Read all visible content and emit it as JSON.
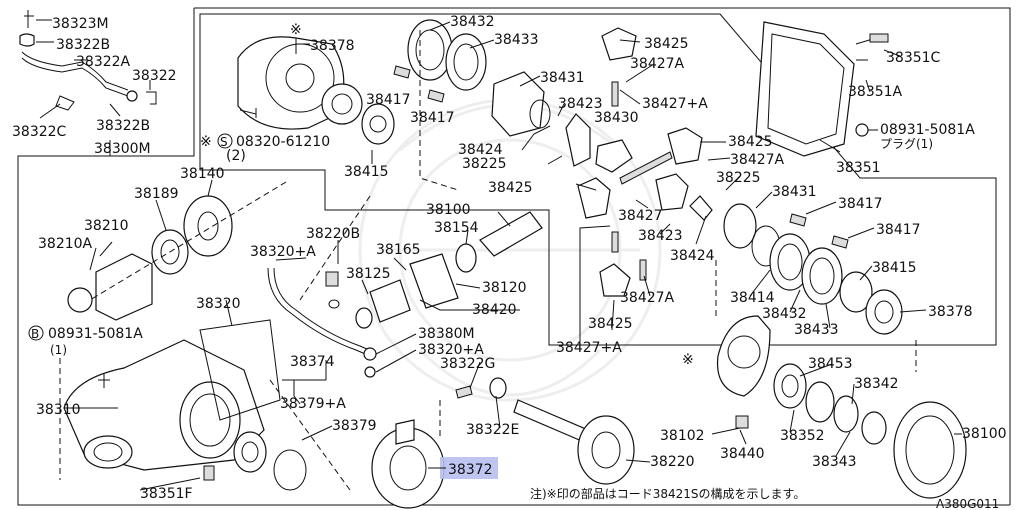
{
  "parts": {
    "p38323M": "38323M",
    "p38322B_top": "38322B",
    "p38322A": "38322A",
    "p38322": "38322",
    "p38322C": "38322C",
    "p38322B_bot": "38322B",
    "p38300M": "38300M",
    "p38378_top": "38378",
    "p38432_top": "38432",
    "p38433_top": "38433",
    "p38425_a": "38425",
    "p38427A_a": "38427A",
    "p38417_a": "38417",
    "p38431_top": "38431",
    "p38427pA_a": "38427+A",
    "p38417_b": "38417",
    "p38423_a": "38423",
    "p38430": "38430",
    "p38424_a": "38424",
    "p38225_a": "38225",
    "p38425_b": "38425",
    "p38427A_b": "38427A",
    "p38415_top": "38415",
    "p38351C": "38351C",
    "p38351A": "38351A",
    "p08931_top": "08931-5081A",
    "plug_label": "プラグ(1)",
    "p38351": "38351",
    "bolt_spec": "08320-61210",
    "bolt_qty": "(2)",
    "p38140": "38140",
    "p38189": "38189",
    "p38210": "38210",
    "p38210A": "38210A",
    "p38320pA_a": "38320+A",
    "p38220B": "38220B",
    "p38100_a": "38100",
    "p38154": "38154",
    "p38165": "38165",
    "p38125": "38125",
    "p38120": "38120",
    "p38425_c": "38425",
    "p38427": "38427",
    "p38423_b": "38423",
    "p38424_b": "38424",
    "p38225_b": "38225",
    "p38431_b": "38431",
    "p38417_c": "38417",
    "p38417_d": "38417",
    "p38415_b": "38415",
    "p38414": "38414",
    "p38432_b": "38432",
    "p38433_b": "38433",
    "p38378_b": "38378",
    "p38320": "38320",
    "p38420": "38420",
    "p38427A_c": "38427A",
    "p38425_d": "38425",
    "p38427pA_b": "38427+A",
    "p08931_bot": "08931-5081A",
    "bot_qty": "(1)",
    "p38380M": "38380M",
    "p38320pA_b": "38320+A",
    "p38374": "38374",
    "p38322G": "38322G",
    "p38453": "38453",
    "p38342": "38342",
    "p38310": "38310",
    "p38379pA": "38379+A",
    "p38379": "38379",
    "p38322E": "38322E",
    "p38102": "38102",
    "p38352": "38352",
    "p38100_b": "38100",
    "p38440": "38440",
    "p38343": "38343",
    "p38220": "38220",
    "p38372": "38372",
    "p38351F": "38351F"
  },
  "markers": {
    "asterisk": "※",
    "circle_s": "S",
    "circle_b": "B"
  },
  "note": "注)※印の部品はコード38421Sの構成を示します。",
  "figure_code": "A380G011",
  "highlight_color": "#b8bff0"
}
